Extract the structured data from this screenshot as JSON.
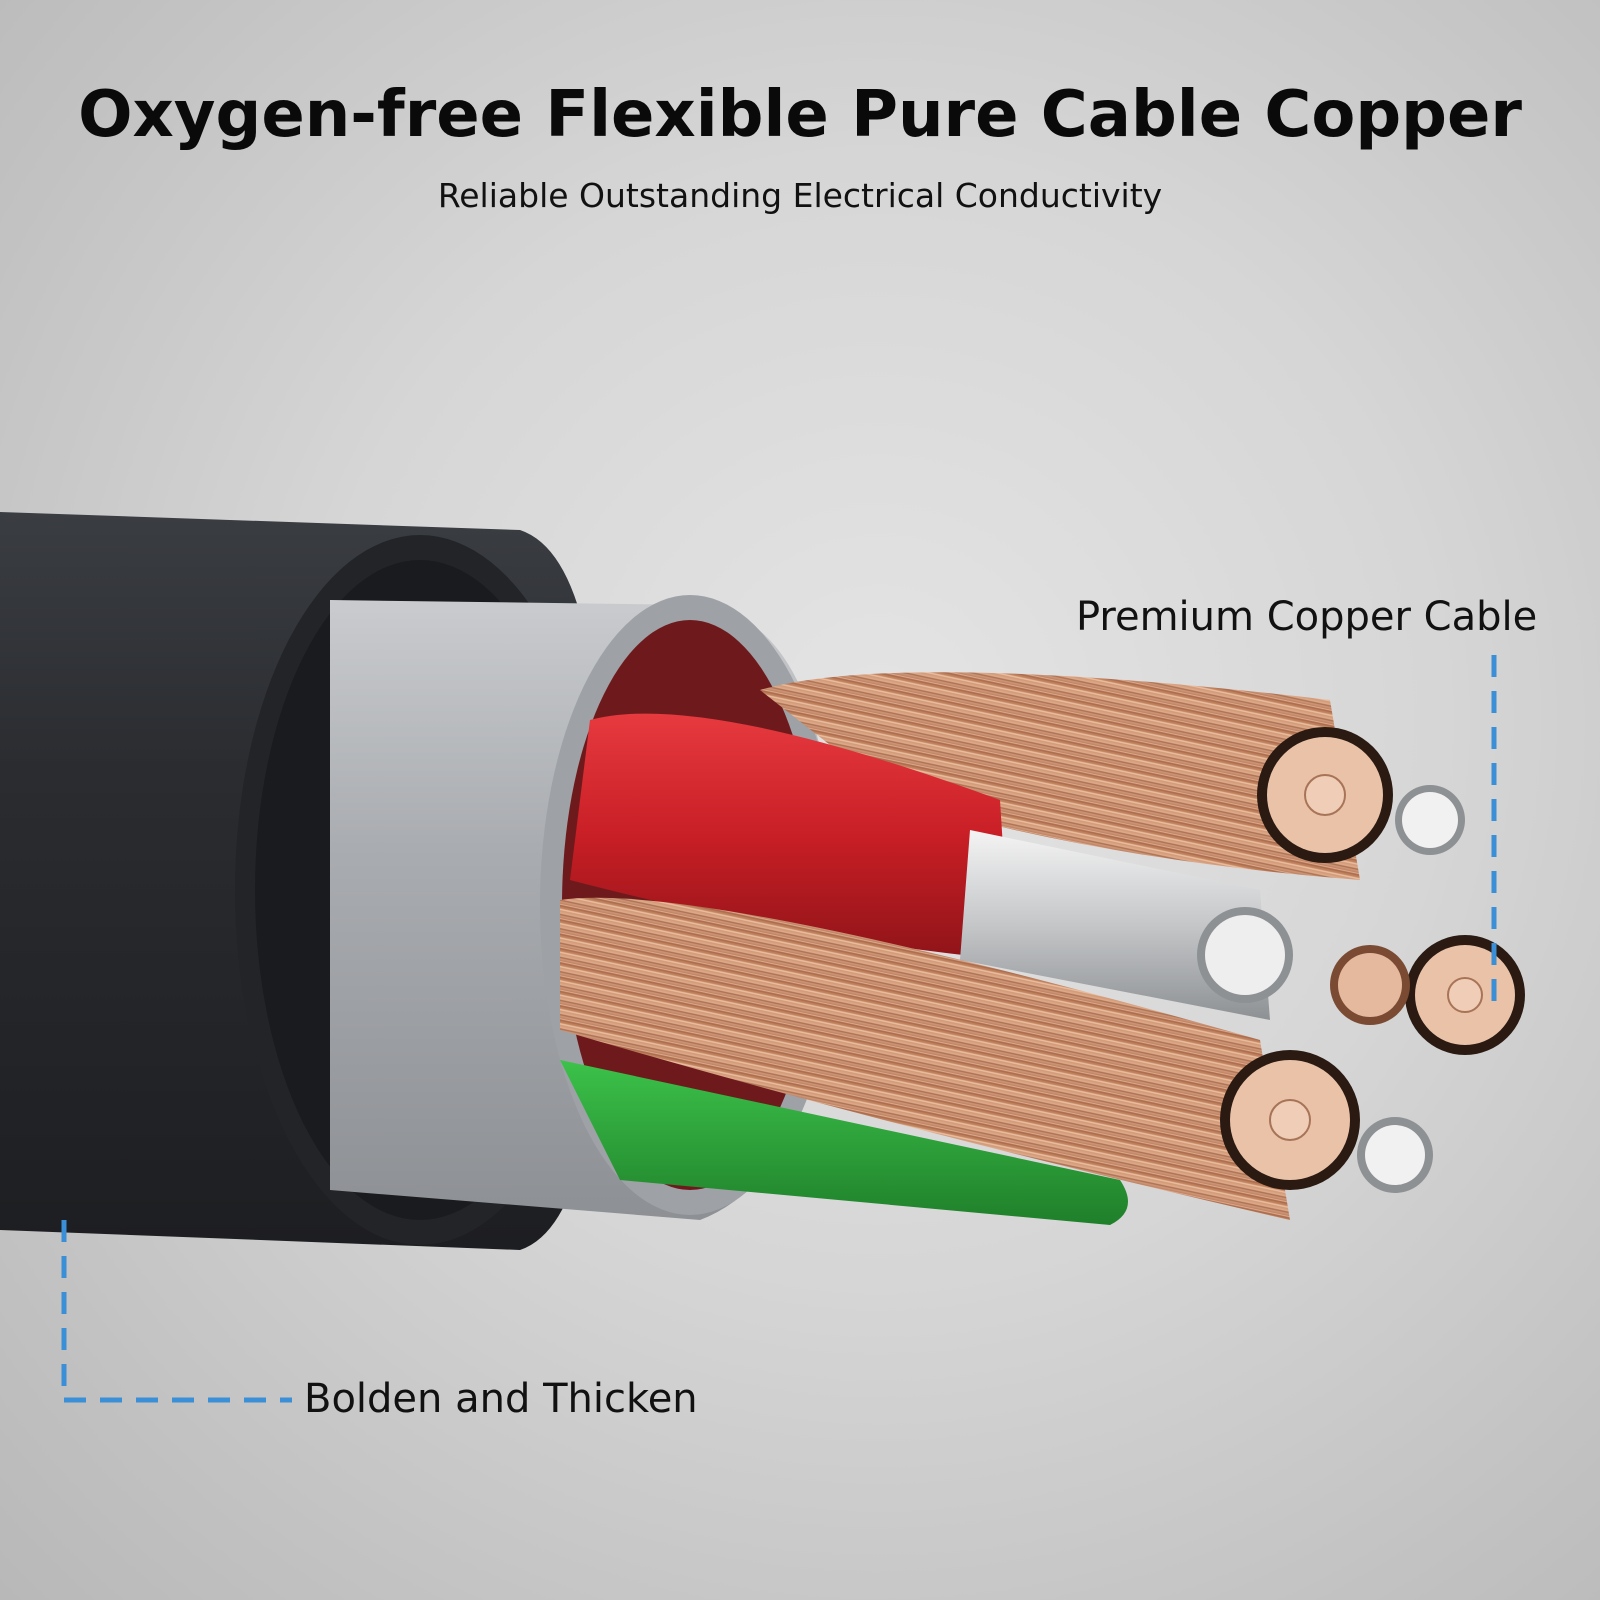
{
  "header": {
    "title": "Oxygen-free Flexible Pure Cable Copper",
    "subtitle": "Reliable Outstanding Electrical Conductivity"
  },
  "callouts": {
    "premium": "Premium Copper Cable",
    "bolden": "Bolden and Thicken"
  },
  "colors": {
    "jacket": "#2b2d31",
    "shield": "#b9bcc0",
    "copper": "#d19a78",
    "red_insulation": "#d4252b",
    "green_insulation": "#2fa83a",
    "callout_line": "#3a8fd6"
  }
}
